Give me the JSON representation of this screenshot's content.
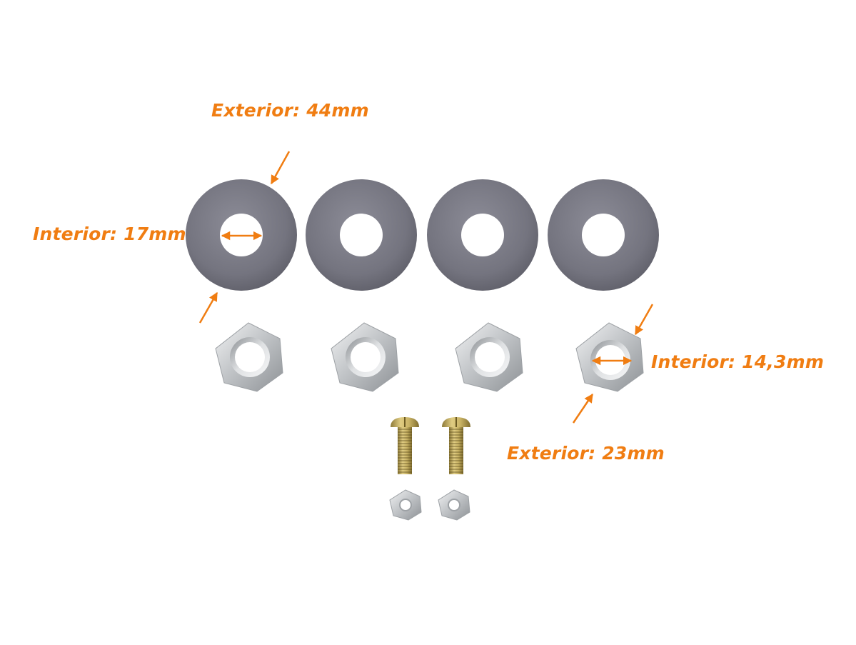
{
  "labels": {
    "washer_exterior": "Exterior: 44mm",
    "washer_interior": "Interior: 17mm",
    "nut_interior": "Interior: 14,3mm",
    "nut_exterior": "Exterior: 23mm"
  },
  "colors": {
    "annotation": "#f07d12",
    "washer": "#7b7b86",
    "washer_dark": "#5f5f69",
    "nut_light": "#e2e4e6",
    "nut_dark": "#8c9094",
    "screw": "#c9b365",
    "screw_dark": "#8d7a39",
    "background": "#ffffff"
  },
  "objects": {
    "washers": 4,
    "large_nuts": 4,
    "screws": 2,
    "small_nuts": 2
  }
}
